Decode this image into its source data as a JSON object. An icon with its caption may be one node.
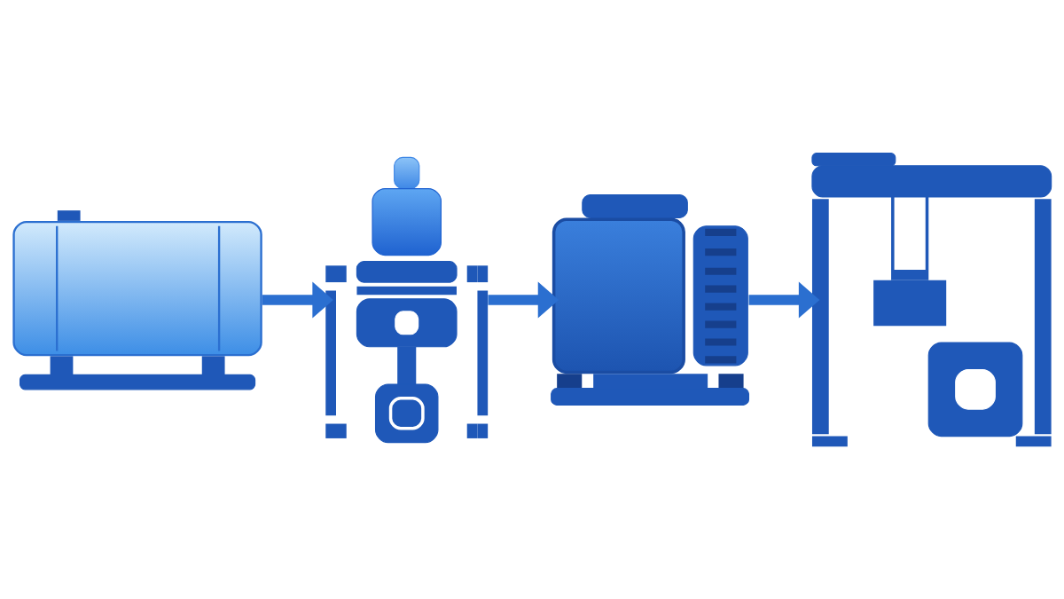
{
  "diagram": {
    "nodes": [
      {
        "text": [],
        "shape": "picture"
      },
      {
        "text": [],
        "shape": "picture"
      },
      {
        "text": [],
        "shape": "picture"
      },
      {
        "text": [],
        "shape": "picture"
      }
    ],
    "edges": [
      {
        "from": 0,
        "to": 1,
        "arrow": "to"
      },
      {
        "from": 1,
        "to": 2,
        "arrow": "to"
      },
      {
        "from": 2,
        "to": 3,
        "arrow": "to"
      }
    ]
  }
}
